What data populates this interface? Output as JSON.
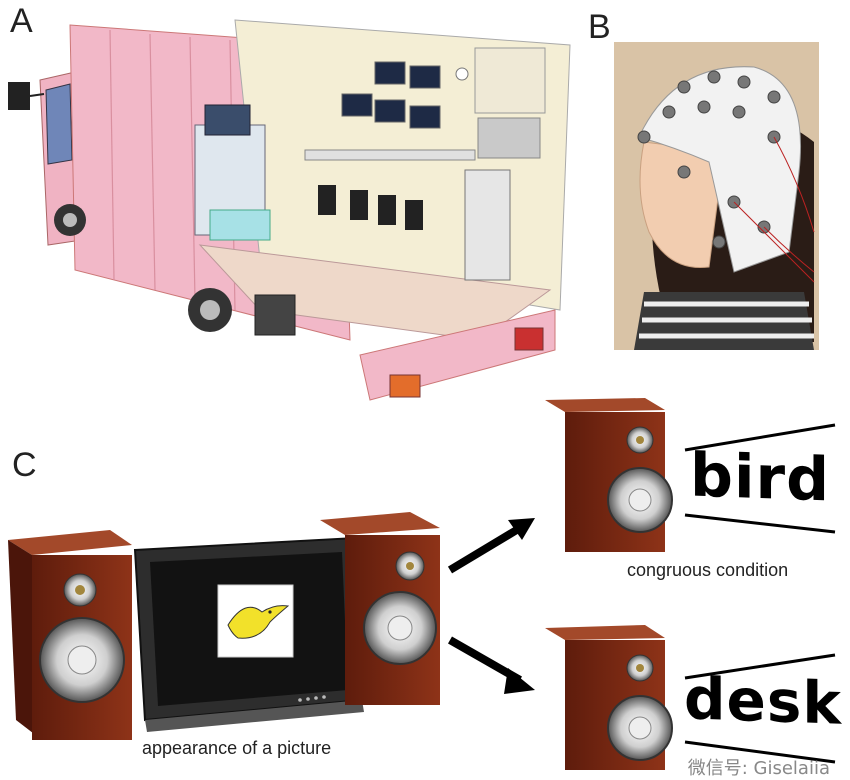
{
  "panels": {
    "a": "A",
    "b": "B",
    "c": "C"
  },
  "captions": {
    "picture": "appearance of a picture",
    "congruous": "congruous condition"
  },
  "words": {
    "top": "bird",
    "bottom": "desk"
  },
  "watermark": "微信号: Giselaiia",
  "colors": {
    "truck_pink": "#f0b3c3",
    "truck_interior": "#f4eed5",
    "speaker_wood": "#7a2812",
    "monitor_frame": "#2d2d2d",
    "bird_yellow": "#f2e12a",
    "photo_bg": "#d9c3a6"
  }
}
